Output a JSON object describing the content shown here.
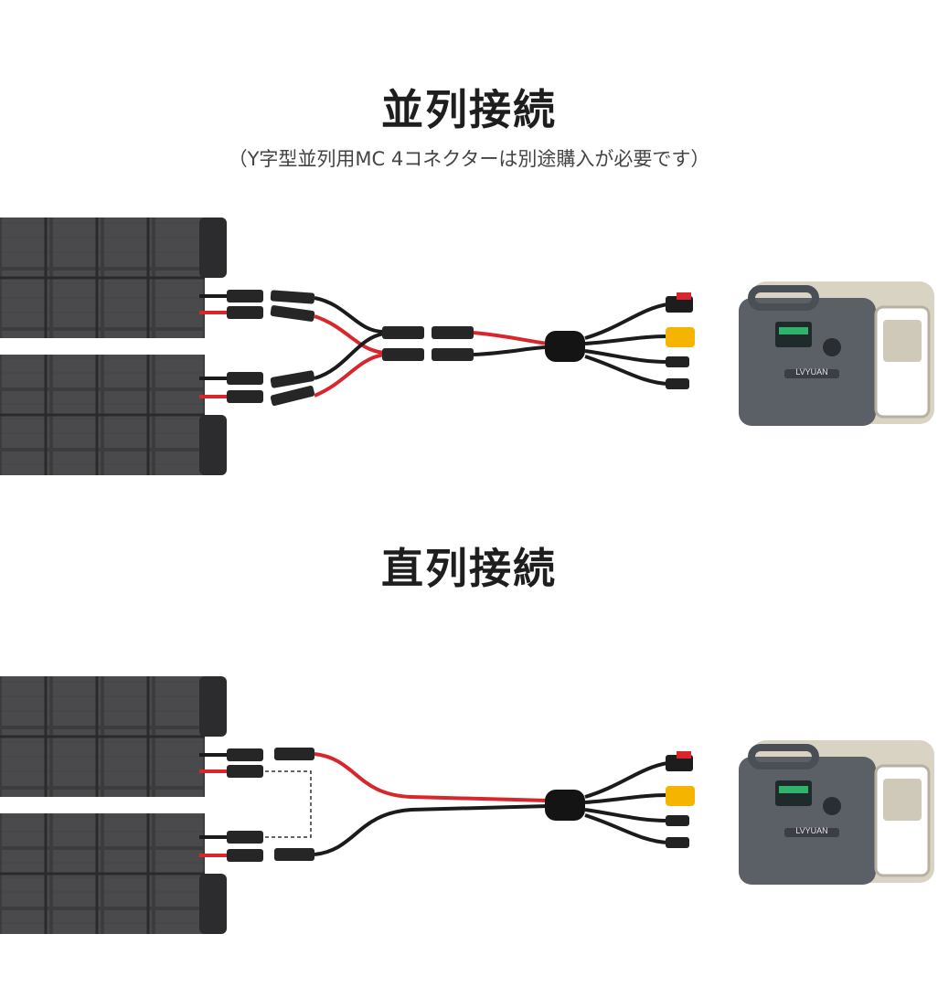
{
  "parallel": {
    "title": "並列接続",
    "note": "（Y字型並列用MC 4コネクターは別途購入が必要です）"
  },
  "series": {
    "title": "直列接続"
  },
  "station": {
    "brand": "LVYUAN"
  },
  "colors": {
    "panel": "#3a3a3c",
    "cable_red": "#d8262c",
    "cable_black": "#1b1b1b",
    "xt60_yellow": "#f5b400",
    "station_body": "#5b5f66",
    "station_frame": "#d9d3c4"
  }
}
